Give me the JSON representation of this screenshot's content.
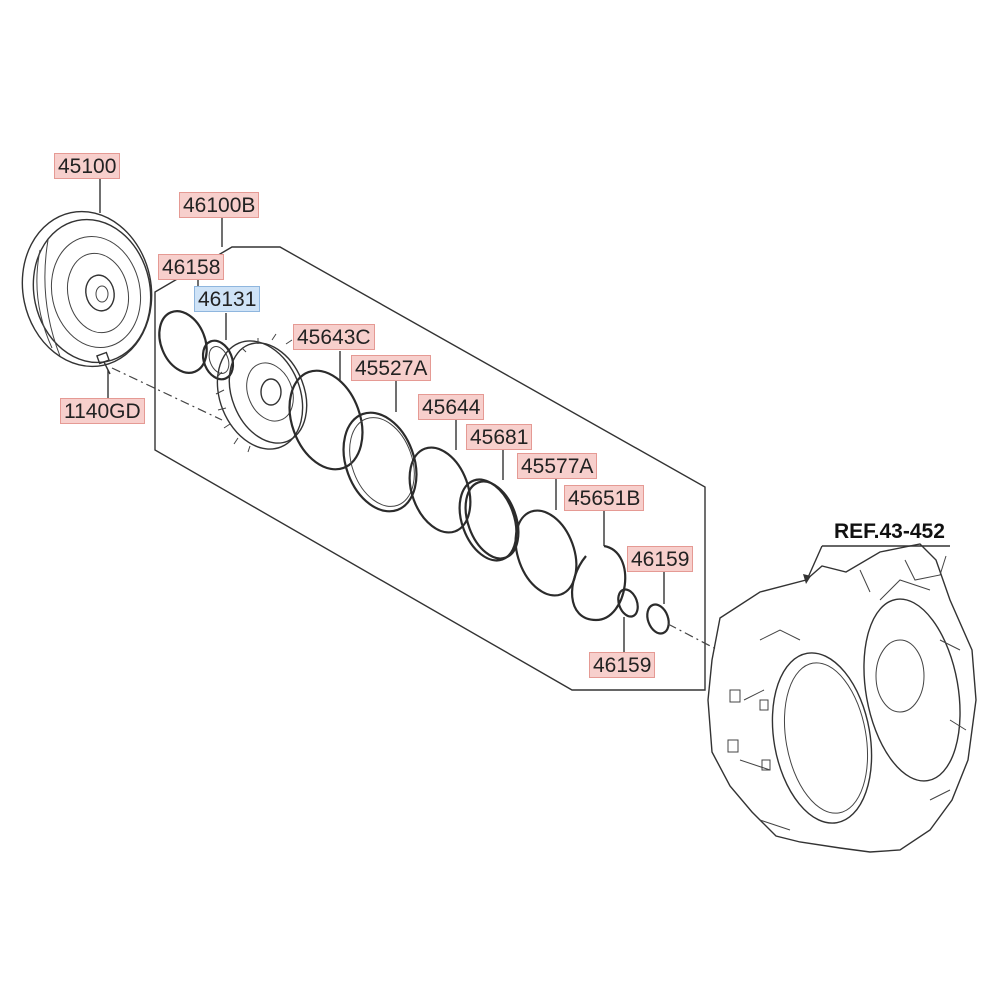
{
  "callouts": {
    "p45100": "45100",
    "p46100B": "46100B",
    "p46158": "46158",
    "p46131": "46131",
    "p45643C": "45643C",
    "p45527A": "45527A",
    "p45644": "45644",
    "p45681": "45681",
    "p45577A": "45577A",
    "p45651B": "45651B",
    "p46159_upper": "46159",
    "p46159_lower": "46159",
    "p1140GD": "1140GD"
  },
  "reference": "REF.43-452",
  "colors": {
    "callout_fill": "#f7cfcc",
    "callout_border": "#e59a94",
    "highlight_fill": "#cfe3f7",
    "highlight_border": "#8fb6de",
    "line": "#333333"
  }
}
